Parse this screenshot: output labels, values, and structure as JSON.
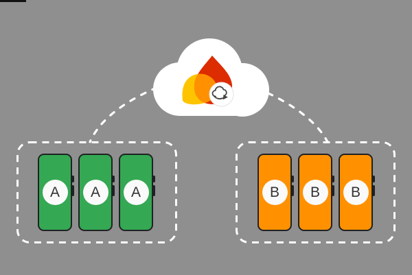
{
  "colors": {
    "background": "#8F8F8F",
    "dashed_stroke": "#FFFFFF",
    "cloud_fill": "#FFFFFF",
    "flame_red": "#DD2C00",
    "flame_yellow": "#FFC400",
    "flame_overlap": "#FF9100",
    "badge_fill": "#FFFFFF",
    "badge_border": "#E3E3E3",
    "badge_icon": "#424242",
    "phone_border": "#202124",
    "label_circle_fill": "#FAFAFA",
    "label_text": "#333333",
    "progress_bar": "#111111",
    "group_a_phone": "#34A853",
    "group_b_phone": "#FF9100"
  },
  "cloud": {
    "flame_icon": "firebase-flame",
    "badge_icon": "cloud-sync"
  },
  "groups": [
    {
      "name": "group-a",
      "device_labels": [
        "A",
        "A",
        "A"
      ]
    },
    {
      "name": "group-b",
      "device_labels": [
        "B",
        "B",
        "B"
      ]
    }
  ]
}
